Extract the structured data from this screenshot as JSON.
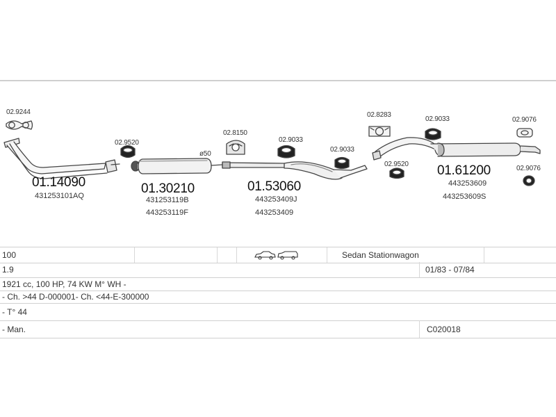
{
  "parts": {
    "p1": {
      "number": "01.14090",
      "oem": [
        "431253101AQ"
      ]
    },
    "p2": {
      "number": "01.30210",
      "oem": [
        "431253119B",
        "443253119F"
      ]
    },
    "p3": {
      "number": "01.53060",
      "oem": [
        "443253409J",
        "443253409"
      ]
    },
    "p4": {
      "number": "01.61200",
      "oem": [
        "443253609",
        "443253609S"
      ]
    }
  },
  "accessories": {
    "gasket_front": "02.9244",
    "clamp_1": "02.9520",
    "clamp_2": "02.8150",
    "hanger_1": "02.9033",
    "hanger_2": "02.9033",
    "gasket_rear": "02.8283",
    "clamp_3": "02.9520",
    "hanger_3": "02.9033",
    "hanger_4": "02.9076",
    "hanger_5": "02.9076"
  },
  "diameter_label": "ø50",
  "specs": {
    "model": "100",
    "body_types": "Sedan  Stationwagon",
    "engine": "1.9",
    "years": "01/83 - 07/84",
    "engine_details": "1921 cc, 100 HP, 74 KW M° WH -",
    "chassis": "- Ch. >44 D-000001- Ch. <44-E-300000",
    "type": "- T° 44",
    "gearbox": "- Man.",
    "catalog_code": "C020018"
  },
  "icons": {
    "car_sedan": "sedan-car-icon",
    "car_wagon": "stationwagon-car-icon"
  }
}
